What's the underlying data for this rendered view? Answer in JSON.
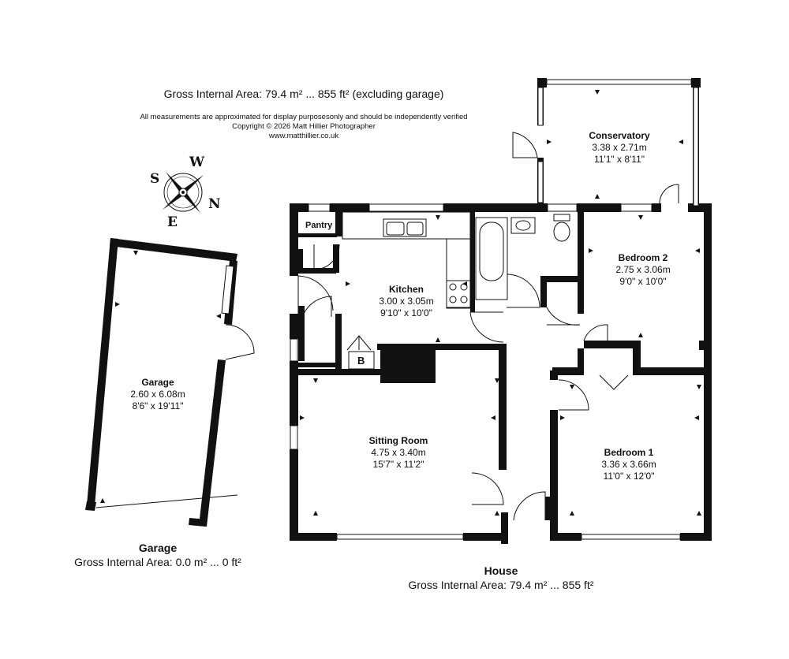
{
  "header": {
    "gross_area": "Gross Internal Area: 79.4 m² ... 855 ft² (excluding garage)",
    "disclaimer": "All measurements are approximated for display purposesonly and should be independently verified",
    "copyright": "Copyright © 2026 Matt Hillier Photographer",
    "website": "www.matthillier.co.uk"
  },
  "compass": {
    "w": "W",
    "s": "S",
    "n": "N",
    "e": "E"
  },
  "rooms": {
    "conservatory": {
      "name": "Conservatory",
      "metric": "3.38 x 2.71m",
      "imperial": "11'1\" x 8'11\""
    },
    "kitchen": {
      "name": "Kitchen",
      "metric": "3.00 x 3.05m",
      "imperial": "9'10\" x 10'0\""
    },
    "bedroom2": {
      "name": "Bedroom 2",
      "metric": "2.75 x 3.06m",
      "imperial": "9'0\" x 10'0\""
    },
    "sitting_room": {
      "name": "Sitting Room",
      "metric": "4.75 x 3.40m",
      "imperial": "15'7\" x 11'2\""
    },
    "bedroom1": {
      "name": "Bedroom 1",
      "metric": "3.36 x 3.66m",
      "imperial": "11'0\" x 12'0\""
    },
    "garage": {
      "name": "Garage",
      "metric": "2.60 x 6.08m",
      "imperial": "8'6\" x 19'11\""
    },
    "pantry": {
      "name": "Pantry"
    },
    "boiler": {
      "name": "B"
    }
  },
  "footers": {
    "garage": {
      "name": "Garage",
      "area": "Gross Internal Area: 0.0 m² ... 0 ft²"
    },
    "house": {
      "name": "House",
      "area": "Gross Internal Area: 79.4 m² ... 855 ft²"
    }
  }
}
